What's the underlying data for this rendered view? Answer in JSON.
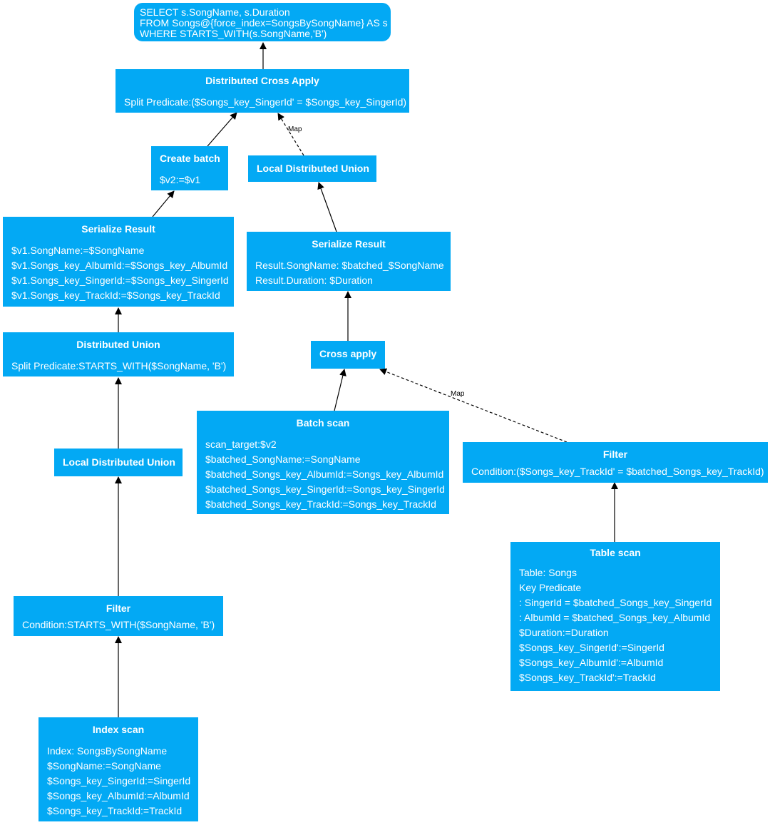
{
  "query": {
    "lines": [
      "SELECT s.SongName, s.Duration",
      "FROM Songs@{force_index=SongsBySongName} AS s",
      "WHERE STARTS_WITH(s.SongName,'B')"
    ]
  },
  "nodes": {
    "distributed_cross_apply": {
      "title": "Distributed Cross Apply",
      "lines": [
        "Split Predicate:($Songs_key_SingerId' = $Songs_key_SingerId)"
      ]
    },
    "create_batch": {
      "title": "Create batch",
      "lines": [
        "$v2:=$v1"
      ]
    },
    "local_distributed_union_right": {
      "title": "Local Distributed Union",
      "lines": []
    },
    "serialize_result_left": {
      "title": "Serialize Result",
      "lines": [
        "$v1.SongName:=$SongName",
        "$v1.Songs_key_AlbumId:=$Songs_key_AlbumId",
        "$v1.Songs_key_SingerId:=$Songs_key_SingerId",
        "$v1.Songs_key_TrackId:=$Songs_key_TrackId"
      ]
    },
    "serialize_result_right": {
      "title": "Serialize Result",
      "lines": [
        "Result.SongName: $batched_$SongName",
        "Result.Duration: $Duration"
      ]
    },
    "distributed_union": {
      "title": "Distributed Union",
      "lines": [
        "Split Predicate:STARTS_WITH($SongName, 'B')"
      ]
    },
    "cross_apply": {
      "title": "Cross apply",
      "lines": []
    },
    "local_distributed_union_left": {
      "title": "Local Distributed Union",
      "lines": []
    },
    "batch_scan": {
      "title": "Batch scan",
      "lines": [
        "scan_target:$v2",
        "$batched_SongName:=SongName",
        "$batched_Songs_key_AlbumId:=Songs_key_AlbumId",
        "$batched_Songs_key_SingerId:=Songs_key_SingerId",
        "$batched_Songs_key_TrackId:=Songs_key_TrackId"
      ]
    },
    "filter_right": {
      "title": "Filter",
      "lines": [
        "Condition:($Songs_key_TrackId' = $batched_Songs_key_TrackId)"
      ]
    },
    "filter_left": {
      "title": "Filter",
      "lines": [
        "Condition:STARTS_WITH($SongName, 'B')"
      ]
    },
    "table_scan": {
      "title": "Table scan",
      "lines": [
        "Table: Songs",
        "Key Predicate",
        ": SingerId = $batched_Songs_key_SingerId",
        ": AlbumId = $batched_Songs_key_AlbumId",
        "$Duration:=Duration",
        "$Songs_key_SingerId':=SingerId",
        "$Songs_key_AlbumId':=AlbumId",
        "$Songs_key_TrackId':=TrackId"
      ]
    },
    "index_scan": {
      "title": "Index scan",
      "lines": [
        "Index: SongsBySongName",
        "$SongName:=SongName",
        "$Songs_key_SingerId:=SingerId",
        "$Songs_key_AlbumId:=AlbumId",
        "$Songs_key_TrackId:=TrackId"
      ]
    }
  },
  "edge_labels": {
    "map_top": "Map",
    "map_bottom": "Map"
  },
  "colors": {
    "node_fill": "#03a9f4",
    "node_text": "#ffffff",
    "edge": "#000000"
  }
}
